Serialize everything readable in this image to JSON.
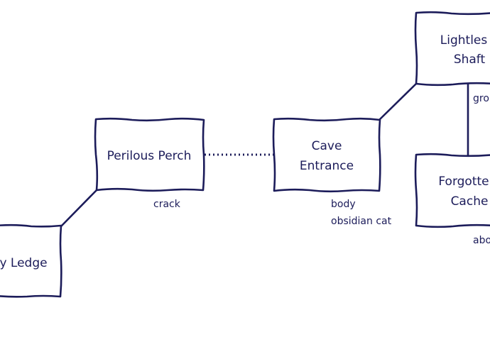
{
  "rooms": {
    "ledge": {
      "label": "y Ledge"
    },
    "perch": {
      "label": "Perilous Perch"
    },
    "entrance": {
      "line1": "Cave",
      "line2": "Entrance"
    },
    "shaft": {
      "line1": "Lightles",
      "line2": "Shaft"
    },
    "cache": {
      "line1": "Forgotte",
      "line2": "Cache"
    }
  },
  "notes": {
    "perch": "crack",
    "entrance_1": "body",
    "entrance_2": "obsidian cat",
    "shaft": "gro",
    "cache": "abo"
  },
  "colors": {
    "ink": "#1c1c5a",
    "background": "#ffffff"
  }
}
